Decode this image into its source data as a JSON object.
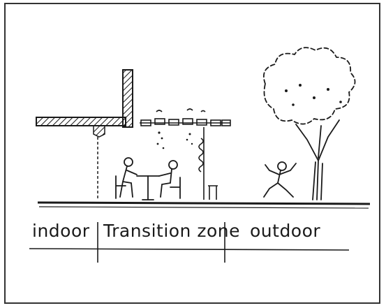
{
  "diagram": {
    "zones": {
      "indoor": "indoor",
      "transition": "Transition zone",
      "outdoor": "outdoor"
    },
    "colors": {
      "ink": "#1a1a1a",
      "paper": "#ffffff"
    }
  }
}
